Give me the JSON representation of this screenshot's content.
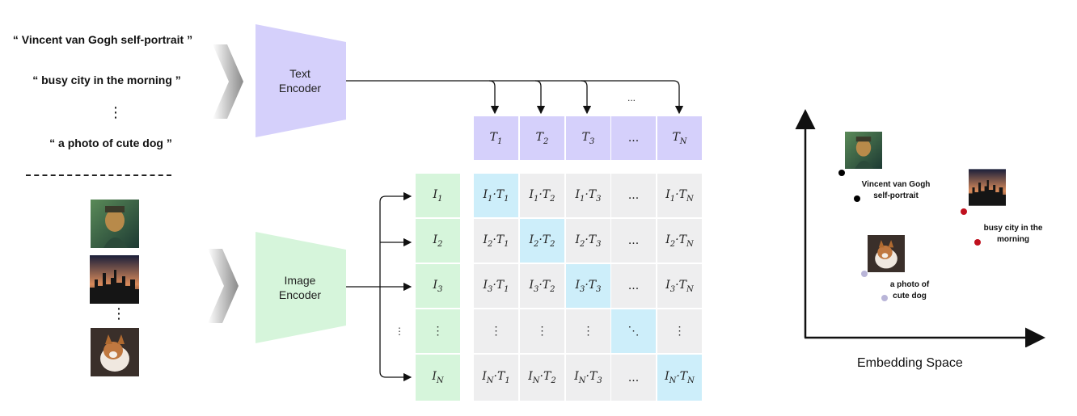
{
  "text_inputs": {
    "items": [
      "“ Vincent van Gogh self-portrait ”",
      "“  busy city in the morning ”",
      "“ a photo of cute dog ”"
    ],
    "ellipsis": "⋮"
  },
  "image_inputs": {
    "ellipsis": "⋮",
    "thumbnails": [
      "portrait-painting",
      "city-skyline-dawn",
      "dog-photo"
    ]
  },
  "encoders": {
    "text_encoder": "Text\nEncoder",
    "image_encoder": "Image\nEncoder"
  },
  "matrix": {
    "text_arrows_ellipsis": "...",
    "image_arrows_ellipsis": "⋮",
    "text_headers": [
      "T1",
      "T2",
      "T3",
      "...",
      "TN"
    ],
    "image_headers": [
      "I1",
      "I2",
      "I3",
      "⋮",
      "IN"
    ],
    "rows": [
      [
        "I1·T1",
        "I1·T2",
        "I1·T3",
        "...",
        "I1·TN"
      ],
      [
        "I2·T1",
        "I2·T2",
        "I2·T3",
        "...",
        "I2·TN"
      ],
      [
        "I3·T1",
        "I3·T2",
        "I3·T3",
        "...",
        "I3·TN"
      ],
      [
        "⋮",
        "⋮",
        "⋮",
        "⋱",
        "⋮"
      ],
      [
        "IN·T1",
        "IN·T2",
        "IN·T3",
        "...",
        "IN·TN"
      ]
    ],
    "highlighted": [
      [
        0,
        0
      ],
      [
        1,
        1
      ],
      [
        2,
        2
      ],
      [
        3,
        3
      ],
      [
        4,
        4
      ]
    ]
  },
  "embedding_space": {
    "title": "Embedding Space",
    "labels": {
      "gogh": "Vincent van Gogh\nself-portrait",
      "city": "busy city in the\nmorning",
      "dog": "a photo of\ncute dog"
    },
    "colors": {
      "gogh": "#000000",
      "city": "#c0101e",
      "dog": "#b9b5d8"
    }
  },
  "colors": {
    "text_encoder": "#d5d0fb",
    "image_encoder": "#d6f5db",
    "matrix_grey": "#eeeeef",
    "matrix_highlight": "#cdeefa"
  }
}
